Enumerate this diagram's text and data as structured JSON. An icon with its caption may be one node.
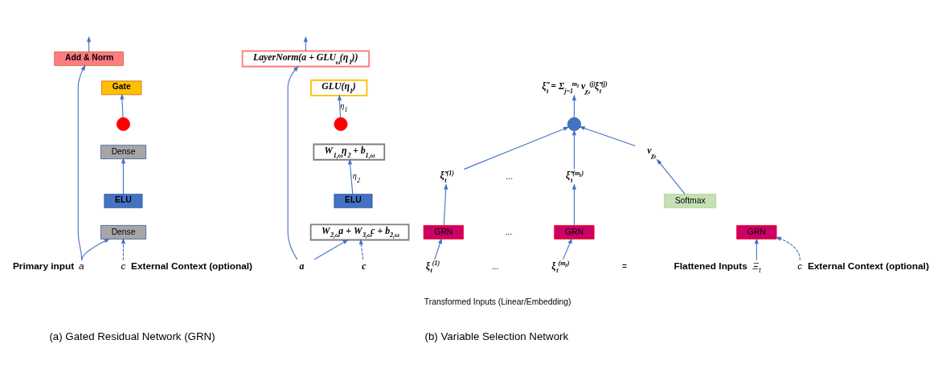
{
  "diagram": {
    "nodes": [
      {
        "text": [
          "Add & Norm"
        ]
      },
      {
        "text": [
          "Gate"
        ]
      },
      {
        "text": [],
        "shape": "circle"
      },
      {
        "text": [
          "Dense"
        ]
      },
      {
        "text": [
          "ELU"
        ]
      },
      {
        "text": [
          "Dense"
        ]
      },
      {
        "text": [
          "a"
        ],
        "beside": [
          "Primary input"
        ]
      },
      {
        "text": [
          "c"
        ],
        "beside": [
          "External Context (optional)"
        ]
      },
      {
        "text": [
          "LayerNorm(a + GLU$_{ω}$(η$_{1}$))"
        ]
      },
      {
        "text": [
          "GLU(η$_{1}$)"
        ]
      },
      {
        "text": [],
        "shape": "circle"
      },
      {
        "text": [
          "W$_{1,ω}$η$_{2}$ + b$_{1,ω}$"
        ]
      },
      {
        "text": [
          "ELU"
        ]
      },
      {
        "text": [
          "W$_{2,ω}$a + W$_{3,ω}$c + b$_{2,ω}$"
        ]
      },
      {
        "text": [
          "a"
        ]
      },
      {
        "text": [
          "c"
        ]
      },
      {
        "text": [
          "ξ̃$_{t}$ = Σ$_{j=1}$$^{mᵪ}$ ν$_{χₜ}$$^{(j)}$ξ̃$_{t}$$^{(j)}$"
        ]
      },
      {
        "text": [],
        "shape": "circle"
      },
      {
        "text": [
          "ξ̃$_{t}$$^{(1)}$"
        ]
      },
      {
        "text": [
          "ξ̃$_{t}$$^{(mᵪ)}$"
        ]
      },
      {
        "text": [
          "GRN"
        ]
      },
      {
        "text": [
          "GRN"
        ]
      },
      {
        "text": [
          "ξ$_{t}$$^{(1)}$"
        ]
      },
      {
        "text": [
          "ξ$_{t}$$^{(mᵪ)}$"
        ]
      },
      {
        "text": [
          "ν$_{χₜ}$"
        ]
      },
      {
        "text": [
          "Softmax"
        ]
      },
      {
        "text": [
          "GRN"
        ]
      },
      {
        "text": [
          "Ξ$_{t}$"
        ],
        "beside": [
          "Flattened Inputs"
        ]
      },
      {
        "text": [
          "c"
        ],
        "beside": [
          "External Context (optional)"
        ]
      }
    ],
    "edges": [
      {
        "from": 0,
        "to": null,
        "arrow": "to"
      },
      {
        "from": 2,
        "to": 1,
        "arrow": "to"
      },
      {
        "from": 4,
        "to": 3,
        "arrow": "to"
      },
      {
        "from": 6,
        "to": 5,
        "arrow": "to"
      },
      {
        "from": 7,
        "to": 5,
        "arrow": "to",
        "style": "dashed"
      },
      {
        "from": 6,
        "to": 0,
        "arrow": "to"
      },
      {
        "from": 8,
        "to": null,
        "arrow": "to"
      },
      {
        "from": 10,
        "to": 9,
        "arrow": "to",
        "label": "η$_{1}$"
      },
      {
        "from": 12,
        "to": 11,
        "arrow": "to",
        "label": "η$_{2}$"
      },
      {
        "from": 14,
        "to": 13,
        "arrow": "to"
      },
      {
        "from": 15,
        "to": 13,
        "arrow": "to",
        "style": "dashed"
      },
      {
        "from": 14,
        "to": 8,
        "arrow": "to"
      },
      {
        "from": 17,
        "to": 16,
        "arrow": "to"
      },
      {
        "from": 18,
        "to": 17,
        "arrow": "to"
      },
      {
        "from": 19,
        "to": 17,
        "arrow": "to"
      },
      {
        "from": 24,
        "to": 17,
        "arrow": "to"
      },
      {
        "from": 20,
        "to": 18,
        "arrow": "to"
      },
      {
        "from": 21,
        "to": 19,
        "arrow": "to"
      },
      {
        "from": 22,
        "to": 20,
        "arrow": "to"
      },
      {
        "from": 23,
        "to": 21,
        "arrow": "to"
      },
      {
        "from": 25,
        "to": 24,
        "arrow": "to"
      },
      {
        "from": 27,
        "to": 26,
        "arrow": "to"
      },
      {
        "from": 28,
        "to": 26,
        "arrow": "to",
        "style": "dashed"
      }
    ],
    "labels": [
      "...",
      "...",
      "...",
      "=",
      "Transformed Inputs (Linear/Embedding)",
      "(a) Gated Residual Network (GRN)",
      "(b) Variable Selection Network"
    ]
  }
}
